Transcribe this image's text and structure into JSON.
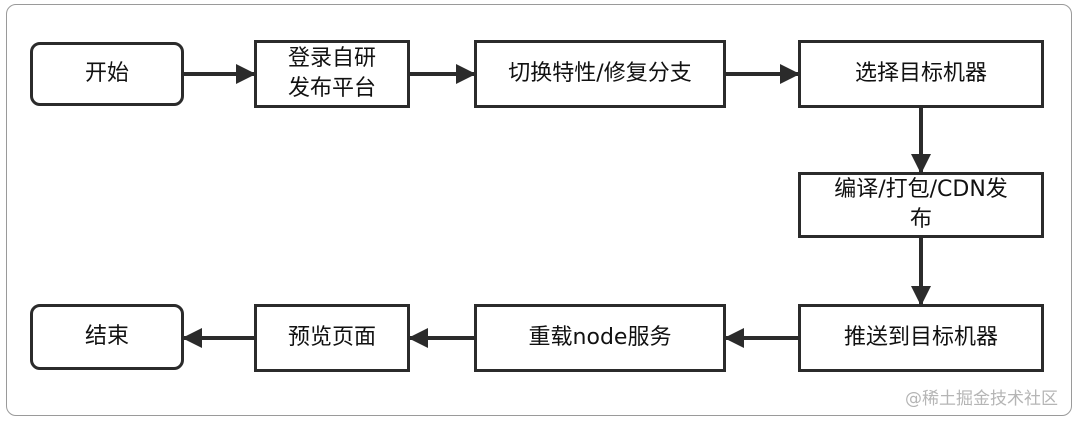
{
  "diagram": {
    "nodes": [
      {
        "id": "start",
        "label": "开始"
      },
      {
        "id": "login",
        "label": "登录自研\n发布平台"
      },
      {
        "id": "switch-branch",
        "label": "切换特性/修复分支"
      },
      {
        "id": "select-machine",
        "label": "选择目标机器"
      },
      {
        "id": "build",
        "label": "编译/打包/CDN发\n布"
      },
      {
        "id": "push",
        "label": "推送到目标机器"
      },
      {
        "id": "reload",
        "label": "重载node服务"
      },
      {
        "id": "preview",
        "label": "预览页面"
      },
      {
        "id": "end",
        "label": "结束"
      }
    ],
    "edges": [
      {
        "from": "start",
        "to": "login"
      },
      {
        "from": "login",
        "to": "switch-branch"
      },
      {
        "from": "switch-branch",
        "to": "select-machine"
      },
      {
        "from": "select-machine",
        "to": "build"
      },
      {
        "from": "build",
        "to": "push"
      },
      {
        "from": "push",
        "to": "reload"
      },
      {
        "from": "reload",
        "to": "preview"
      },
      {
        "from": "preview",
        "to": "end"
      }
    ]
  },
  "watermark": "@稀土掘金技术社区",
  "colors": {
    "stroke": "#2b2b2b",
    "frame": "#9a9a9a",
    "watermark": "#b5b5b5"
  }
}
